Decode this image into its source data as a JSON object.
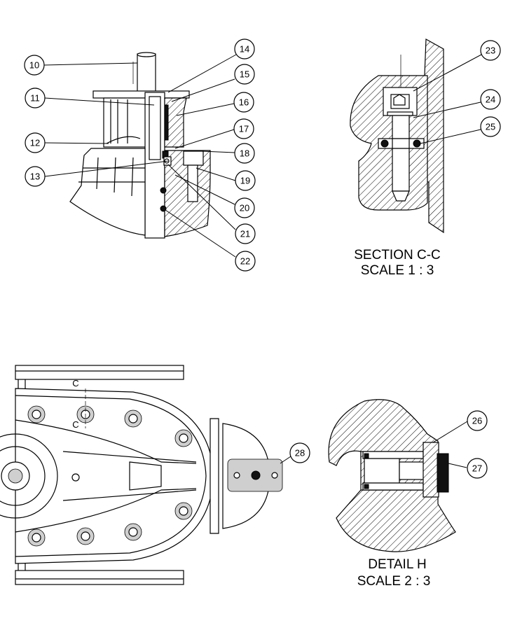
{
  "views": {
    "assembly_side": {
      "balloons": [
        "10",
        "11",
        "12",
        "13",
        "14",
        "15",
        "16",
        "17",
        "18",
        "19",
        "20",
        "21",
        "22"
      ]
    },
    "section_cc": {
      "balloons": [
        "23",
        "24",
        "25"
      ],
      "caption_line1": "SECTION C-C",
      "caption_line2": "SCALE 1 : 3"
    },
    "top_view": {
      "balloons": [
        "28"
      ],
      "section_marker_top": "C",
      "section_marker_bottom": "C"
    },
    "detail_h": {
      "balloons": [
        "26",
        "27"
      ],
      "caption_line1": "DETAIL H",
      "caption_line2": "SCALE 2 : 3"
    }
  },
  "colors": {
    "line": "#000000",
    "background": "#ffffff",
    "fill_dark": "#111111",
    "fill_gray": "#cfcfcf"
  }
}
